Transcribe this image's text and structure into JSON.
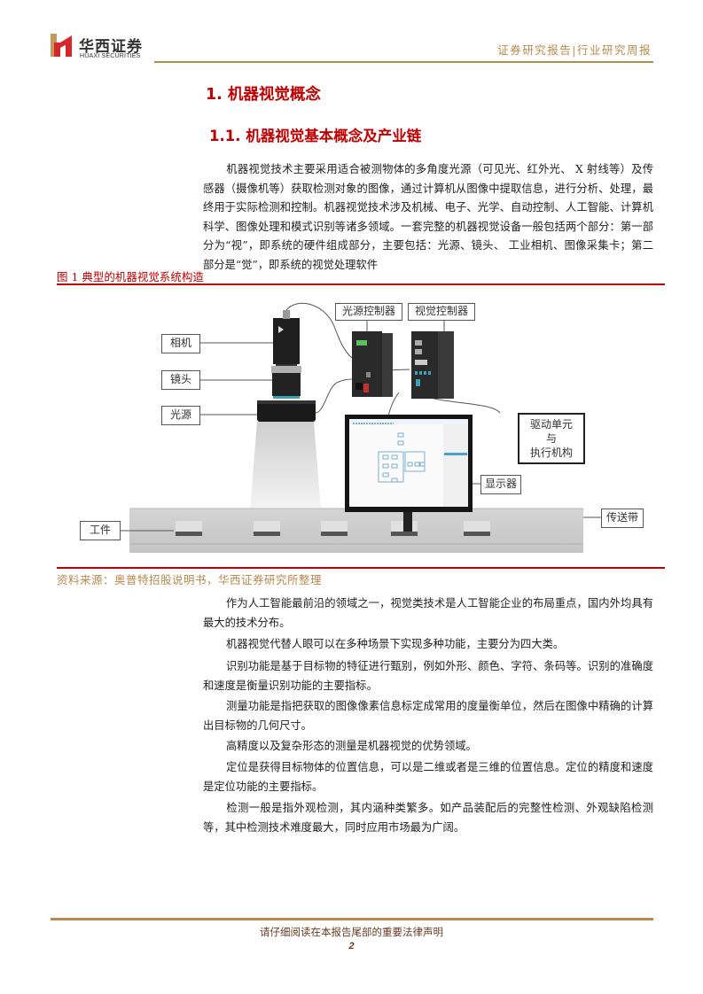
{
  "header": {
    "logo_cn": "华西证券",
    "logo_en": "HUAXI SECURITIES",
    "report_type": "证券研究报告|行业研究周报",
    "brand_color": "#b8894c",
    "logo_red": "#d6262b",
    "logo_gold": "#c49a5a"
  },
  "headings": {
    "h1": "1. 机器视觉概念",
    "h2": "1.1. 机器视觉基本概念及产业链",
    "color": "#c00000"
  },
  "intro": {
    "text": "机器视觉技术主要采用适合被测物体的多角度光源（可见光、红外光、 X 射线等）及传感器（摄像机等）获取检测对象的图像，通过计算机从图像中提取信息，进行分析、处理，最终用于实际检测和控制。机器视觉技术涉及机械、电子、光学、自动控制、人工智能、计算机科学、图像处理和模式识别等诸多领域。一套完整的机器视觉设备一般包括两个部分：第一部分为“视”，即系统的硬件组成部分，主要包括：光源、镜头、 工业相机、图像采集卡；第二部分是“觉”，即系统的视觉处理软件"
  },
  "figure": {
    "title": "图 1 典型的机器视觉系统构造",
    "source": "资料来源：奥普特招股说明书，华西证券研究所整理",
    "labels": {
      "camera": "相机",
      "lens": "镜头",
      "light_source": "光源",
      "light_controller": "光源控制器",
      "vision_controller": "视觉控制器",
      "drive_unit_line1": "驱动单元",
      "drive_unit_line2": "与",
      "drive_unit_line3": "执行机构",
      "display": "显示器",
      "workpiece": "工件",
      "conveyor": "传送带"
    }
  },
  "body": {
    "paragraphs": [
      "作为人工智能最前沿的领域之一，视觉类技术是人工智能企业的布局重点，国内外均具有最大的技术分布。",
      "机器视觉代替人眼可以在多种场景下实现多种功能，主要分为四大类。",
      "识别功能是基于目标物的特征进行甄别，例如外形、颜色、字符、条码等。识别的准确度和速度是衡量识别功能的主要指标。",
      "测量功能是指把获取的图像像素信息标定成常用的度量衡单位，然后在图像中精确的计算出目标物的几何尺寸。",
      "高精度以及复杂形态的测量是机器视觉的优势领域。",
      "定位是获得目标物体的位置信息，可以是二维或者是三维的位置信息。定位的精度和速度是定位功能的主要指标。",
      "检测一般是指外观检测，其内涵种类繁多。如产品装配后的完整性检测、外观缺陷检测等，其中检测技术难度最大，同时应用市场最为广阔。"
    ]
  },
  "footer": {
    "disclaimer": "请仔细阅读在本报告尾部的重要法律声明",
    "page_number": "2"
  }
}
